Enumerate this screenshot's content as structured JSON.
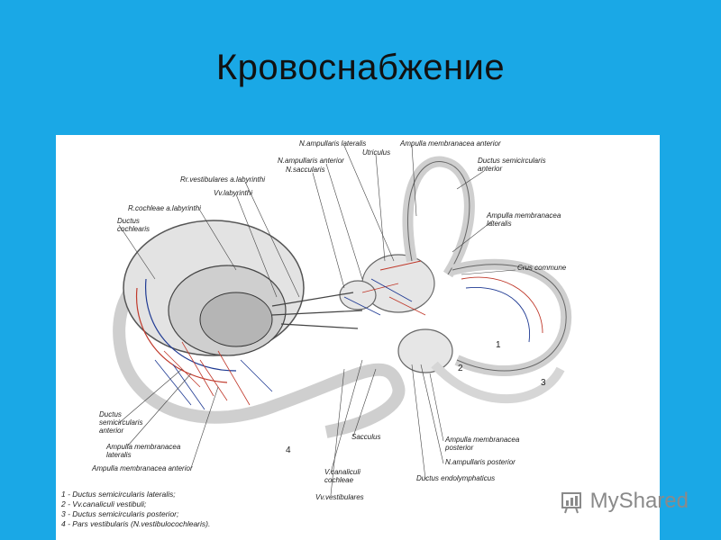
{
  "slide": {
    "title": "Кровоснабжение"
  },
  "figure": {
    "labels": [
      "N.ampullaris lateralis",
      "Ampulla membranacea anterior",
      "Utriculus",
      "N.ampullaris anterior",
      "N.saccularis",
      "Rr.vestibulares a.labyrinthi",
      "Vv.labyrinthi",
      "R.cochleae a.labyrinthi",
      "Ductus",
      "cochlearis",
      "Ductus semicircularis",
      "anterior",
      "Ampulla membranacea",
      "lateralis",
      "Crus commune",
      "Ductus",
      "semicircularis",
      "anterior",
      "Ampulla membranacea",
      "lateralis",
      "Ampulla membranacea anterior",
      "Sacculus",
      "V.canaliculi",
      "cochleae",
      "Vv.vestibulares",
      "Ampulla membranacea",
      "posterior",
      "N.ampullaris posterior",
      "Ductus endolymphaticus"
    ],
    "numbers": [
      "1",
      "2",
      "3",
      "4"
    ],
    "legend": [
      "1 - Ductus semicircularis lateralis;",
      "2 - Vv.canaliculi vestibuli;",
      "3 - Ductus semicircularis posterior;",
      "4 - Pars vestibularis (N.vestibulocochlearis)."
    ]
  },
  "watermark": {
    "text": "MyShared"
  },
  "colors": {
    "background": "#1aa8e6",
    "panel": "#ffffff",
    "artery": "#c0392b",
    "vein": "#1f3a93"
  }
}
